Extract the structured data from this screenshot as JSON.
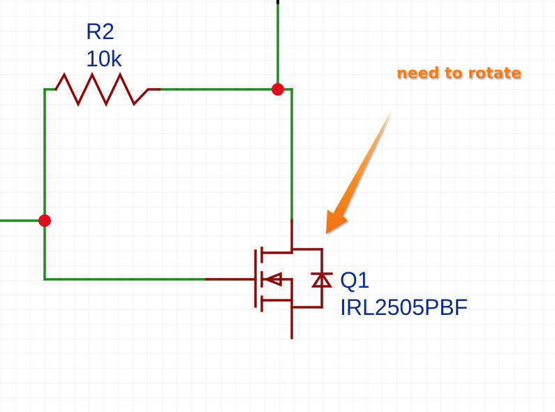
{
  "schematic": {
    "resistor": {
      "designator": "R2",
      "value": "10k"
    },
    "mosfet": {
      "designator": "Q1",
      "part_number": "IRL2505PBF"
    },
    "annotation": {
      "text": "need to rotate"
    }
  },
  "colors": {
    "grid": "#e4e4e4",
    "wire": "#1f8a1f",
    "component": "#8b0b0b",
    "junction": "#dd0f1f",
    "label": "#0d2a8a",
    "annotation": "#f47d12",
    "top_lead": "#000000"
  }
}
